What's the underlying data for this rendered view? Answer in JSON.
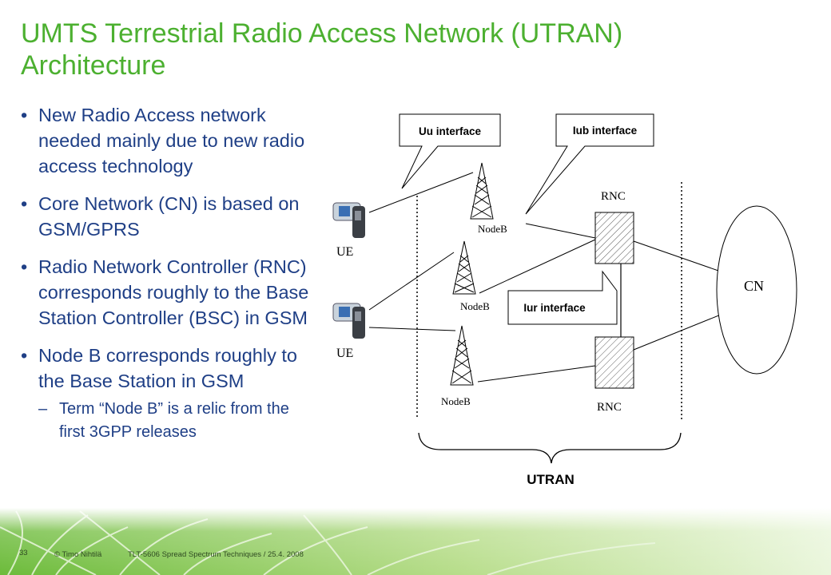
{
  "slide": {
    "title_line1": "UMTS Terrestrial Radio Access Network (UTRAN)",
    "title_line2": "Architecture"
  },
  "bullets": [
    "New Radio Access network needed mainly due to new radio access technology",
    "Core Network (CN) is based on GSM/GPRS",
    "Radio Network Controller (RNC) corresponds roughly to the Base Station Controller (BSC) in GSM",
    "Node B corresponds roughly to the Base Station in GSM"
  ],
  "sub_bullet": "Term “Node B” is a relic from the first 3GPP releases",
  "diagram": {
    "callouts": {
      "uu": "Uu interface",
      "iub": "Iub interface",
      "iur": "Iur interface"
    },
    "labels": {
      "ue": "UE",
      "nodeb": "NodeB",
      "rnc": "RNC",
      "cn": "CN",
      "utran": "UTRAN"
    }
  },
  "footer": {
    "page": "33",
    "author": "© Timo Nihtilä",
    "course": "TLT-5606 Spread Spectrum Techniques / 25.4. 2008"
  },
  "colors": {
    "title": "#4cb030",
    "body_text": "#1f3f86",
    "footer_green": "#7fc241"
  }
}
